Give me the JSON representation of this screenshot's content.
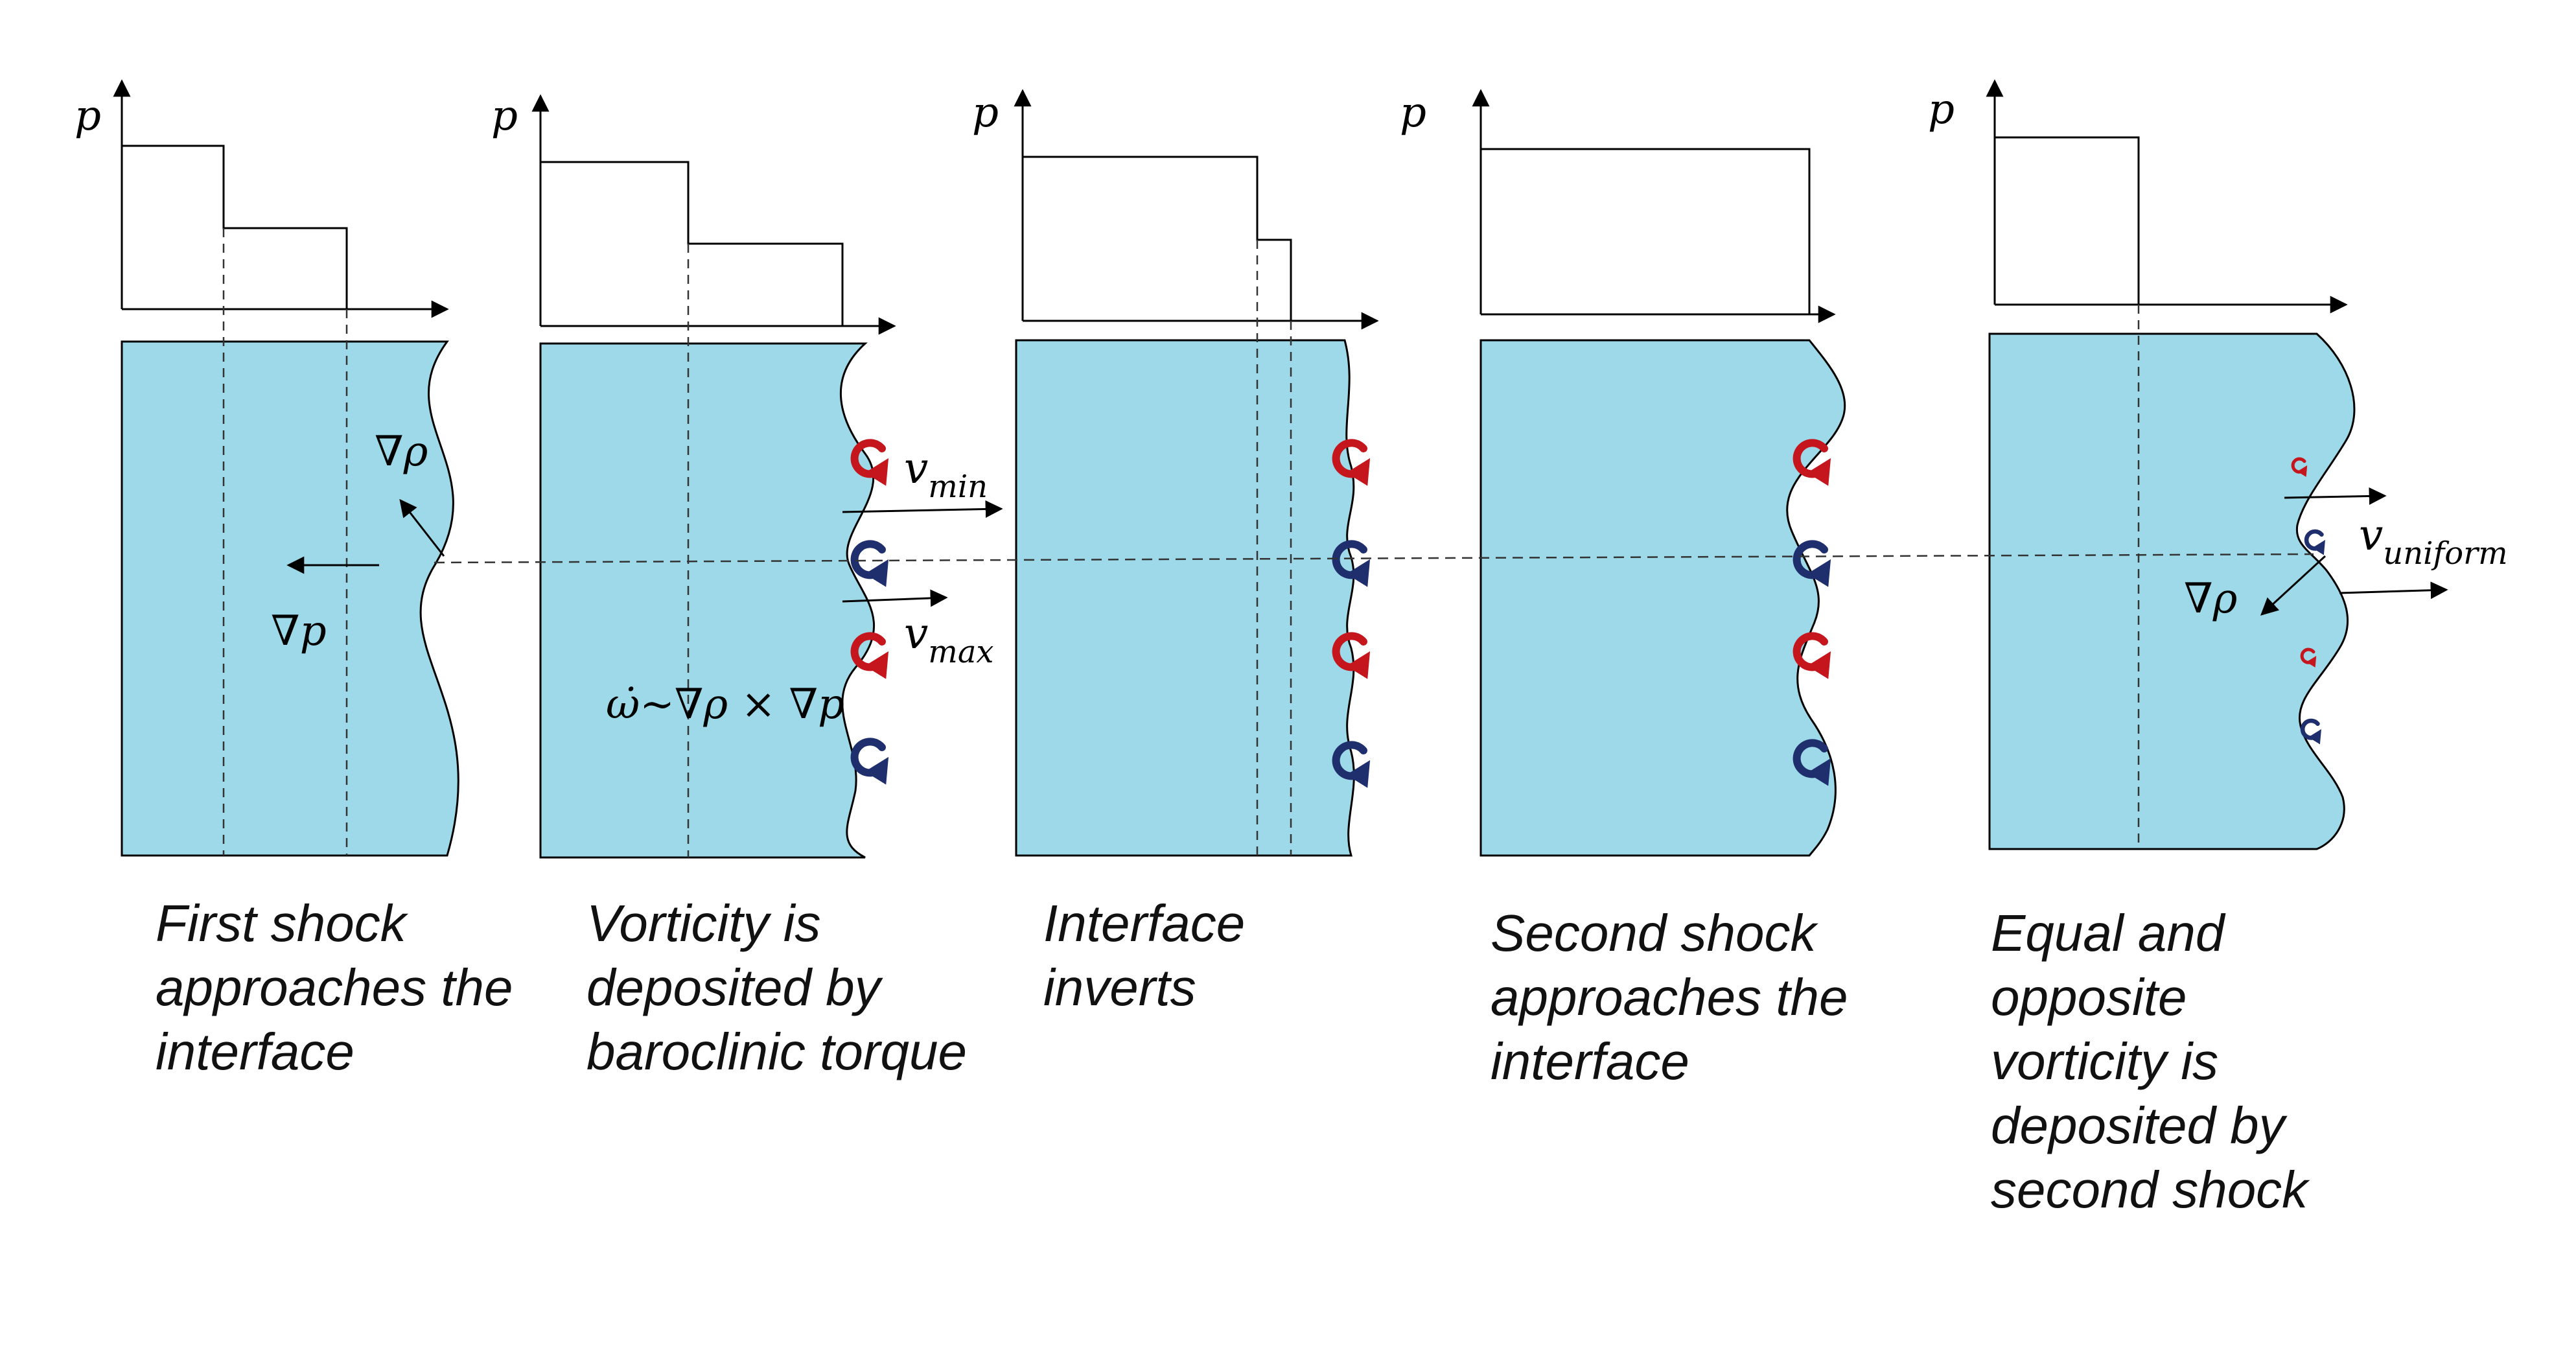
{
  "colors": {
    "fluid": "#9dd9e8",
    "vortex_red": "#c4161c",
    "vortex_blue": "#1f2f6e",
    "line": "#000000"
  },
  "axis_label": "p",
  "panels": [
    {
      "id": "panel-1",
      "pressure_levels": [
        0.82,
        0.45,
        0.0
      ],
      "caption": "First shock\napproaches the\ninterface",
      "annotations": {
        "grad_rho": "∇ρ",
        "grad_p": "∇p"
      }
    },
    {
      "id": "panel-2",
      "pressure_levels": [
        0.82,
        0.45,
        0.0
      ],
      "caption": "Vorticity is\ndeposited by\nbaroclinic torque",
      "annotations": {
        "v_min": "v",
        "v_min_sub": "min",
        "v_max": "v",
        "v_max_sub": "max",
        "omega": "ω̇~∇ρ × ∇p"
      }
    },
    {
      "id": "panel-3",
      "pressure_levels": [
        0.82,
        0.45,
        0.0
      ],
      "caption": "Interface\ninverts"
    },
    {
      "id": "panel-4",
      "pressure_levels": [
        0.82
      ],
      "caption": "Second shock\napproaches the\ninterface"
    },
    {
      "id": "panel-5",
      "pressure_levels": [
        0.82
      ],
      "caption": "Equal and\nopposite\nvorticity is\ndeposited by\nsecond shock",
      "annotations": {
        "v_uniform": "v",
        "v_uniform_sub": "uniform",
        "grad_rho": "∇ρ"
      }
    }
  ]
}
